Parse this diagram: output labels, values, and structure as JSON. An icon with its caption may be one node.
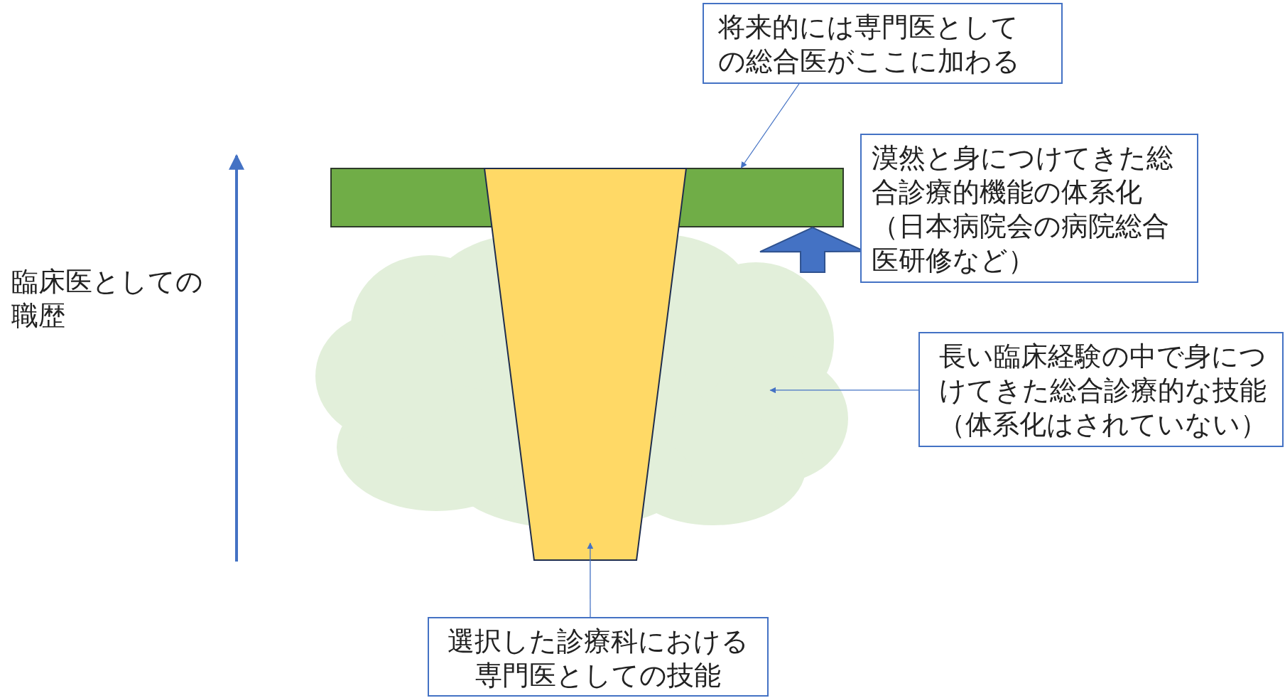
{
  "diagram": {
    "nodes": [
      {
        "text": [
          "将来的には専門医としての総合医がここに加わる"
        ]
      },
      {
        "text": [],
        "shape": "bar"
      },
      {
        "text": [
          "漠然と身につけてきた総合診療的機能の体系化（日本病院会の病院総合医研修など）"
        ]
      },
      {
        "text": [],
        "shape": "cloud"
      },
      {
        "text": [],
        "shape": "trapezoid"
      },
      {
        "text": [
          "長い臨床経験の中で身につけてきた総合診療的な技能（体系化はされていない）"
        ]
      },
      {
        "text": [
          "選択した診療科における専門医としての技能"
        ]
      }
    ],
    "edges": [
      {
        "from": 0,
        "to": 1,
        "arrow": "to"
      },
      {
        "from": 5,
        "to": 3,
        "arrow": "to"
      },
      {
        "from": 6,
        "to": 4,
        "arrow": "to"
      },
      {
        "from": 3,
        "to": 1,
        "arrow": "to",
        "style": "thick"
      }
    ],
    "labels": [
      "臨床医としての職歴"
    ]
  }
}
